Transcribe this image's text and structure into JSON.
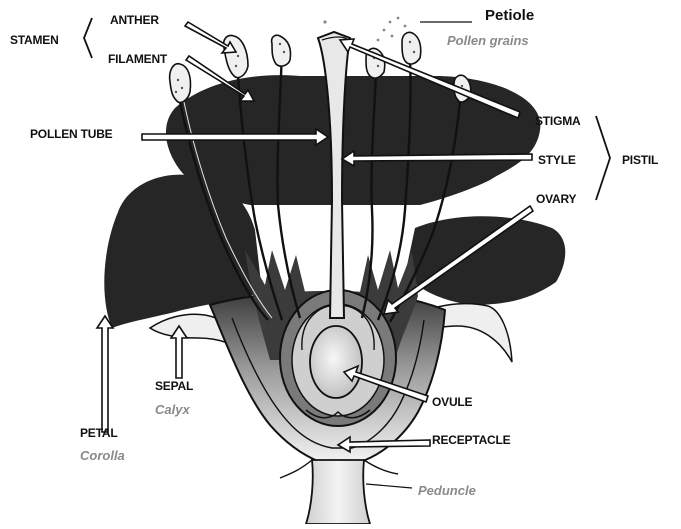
{
  "diagram": {
    "title": "Petiole",
    "colors": {
      "petal": "#262626",
      "body": "#d9d9d9",
      "outline": "#111111",
      "label": "#111111",
      "sublabel": "#8a8a8a"
    },
    "labels": {
      "anther": "ANTHER",
      "stamen": "STAMEN",
      "filament": "FILAMENT",
      "pollen_tube": "POLLEN TUBE",
      "pollen_grains": "Pollen grains",
      "stigma": "STIGMA",
      "style": "STYLE",
      "pistil": "PISTIL",
      "ovary": "OVARY",
      "ovule": "OVULE",
      "receptacle": "RECEPTACLE",
      "peduncle": "Peduncle",
      "sepal": "SEPAL",
      "calyx": "Calyx",
      "petal": "PETAL",
      "corolla": "Corolla"
    }
  }
}
